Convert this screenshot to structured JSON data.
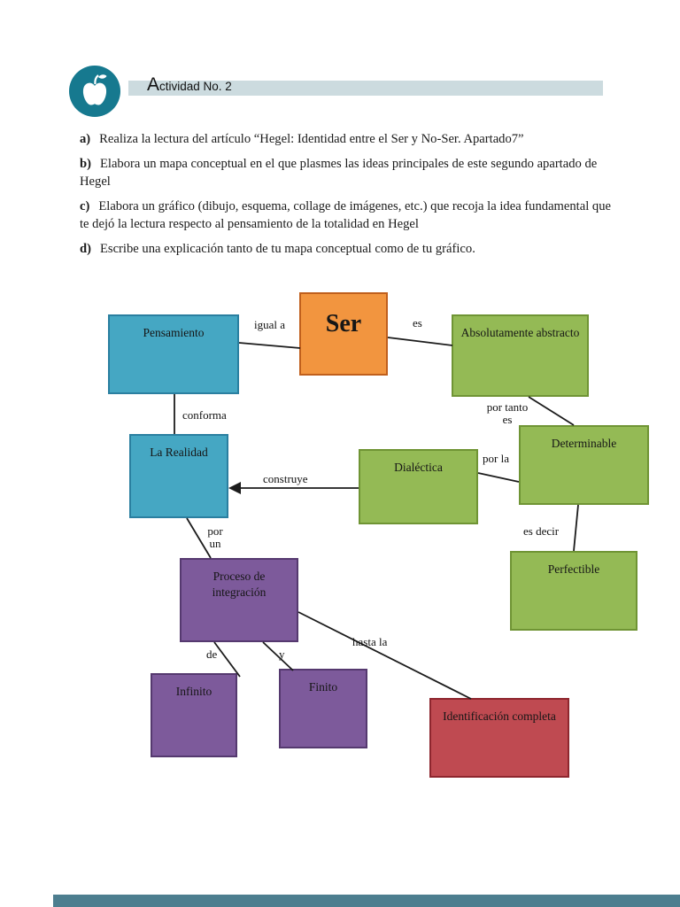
{
  "header": {
    "title_initial": "A",
    "title_rest": "ctividad No. 2"
  },
  "instructions": [
    {
      "label": "a)",
      "text": "Realiza la lectura del artículo “Hegel: Identidad entre el Ser y No-Ser. Apartado7”"
    },
    {
      "label": "b)",
      "text": "Elabora un mapa conceptual en el que plasmes las ideas principales de este segundo apartado de Hegel"
    },
    {
      "label": "c)",
      "text": "Elabora un gráfico (dibujo, esquema, collage de imágenes, etc.) que recoja la idea fundamental que te dejó la lectura respecto al pensamiento de la totalidad en Hegel"
    },
    {
      "label": "d)",
      "text": "Escribe una explicación tanto de tu mapa conceptual como de tu gráfico."
    }
  ],
  "concept_map": {
    "nodes": {
      "pensamiento": "Pensamiento",
      "ser": "Ser",
      "absolutamente_abstracto": "Absolutamente abstracto",
      "la_realidad": "La Realidad",
      "dialectica": "Dialéctica",
      "determinable": "Determinable",
      "perfectible": "Perfectible",
      "proceso_integracion": "Proceso de integración",
      "infinito": "Infinito",
      "finito": "Finito",
      "identificacion_completa": "Identificación completa"
    },
    "edge_labels": {
      "igual_a": "igual a",
      "es_1": "es",
      "conforma": "conforma",
      "por_tanto_es": "por tanto\nes",
      "por_la": "por la",
      "construye": "construye",
      "es_decir": "es decir",
      "por_un": "por\nun",
      "de": "de",
      "y": "y",
      "hasta_la": "hasta la"
    }
  },
  "colors": {
    "accent_teal": "#16798f",
    "header_bar": "#ccdbdf",
    "footer_bar": "#4d7e8f",
    "node_teal": "#45a7c3",
    "node_teal_border": "#2a7fa0",
    "node_green": "#94ba55",
    "node_green_border": "#6f9434",
    "node_orange": "#f2953f",
    "node_orange_border": "#c05f1c",
    "node_purple": "#7d5a9b",
    "node_purple_border": "#55396f",
    "node_red": "#bf4a51",
    "node_red_border": "#8e262e"
  }
}
